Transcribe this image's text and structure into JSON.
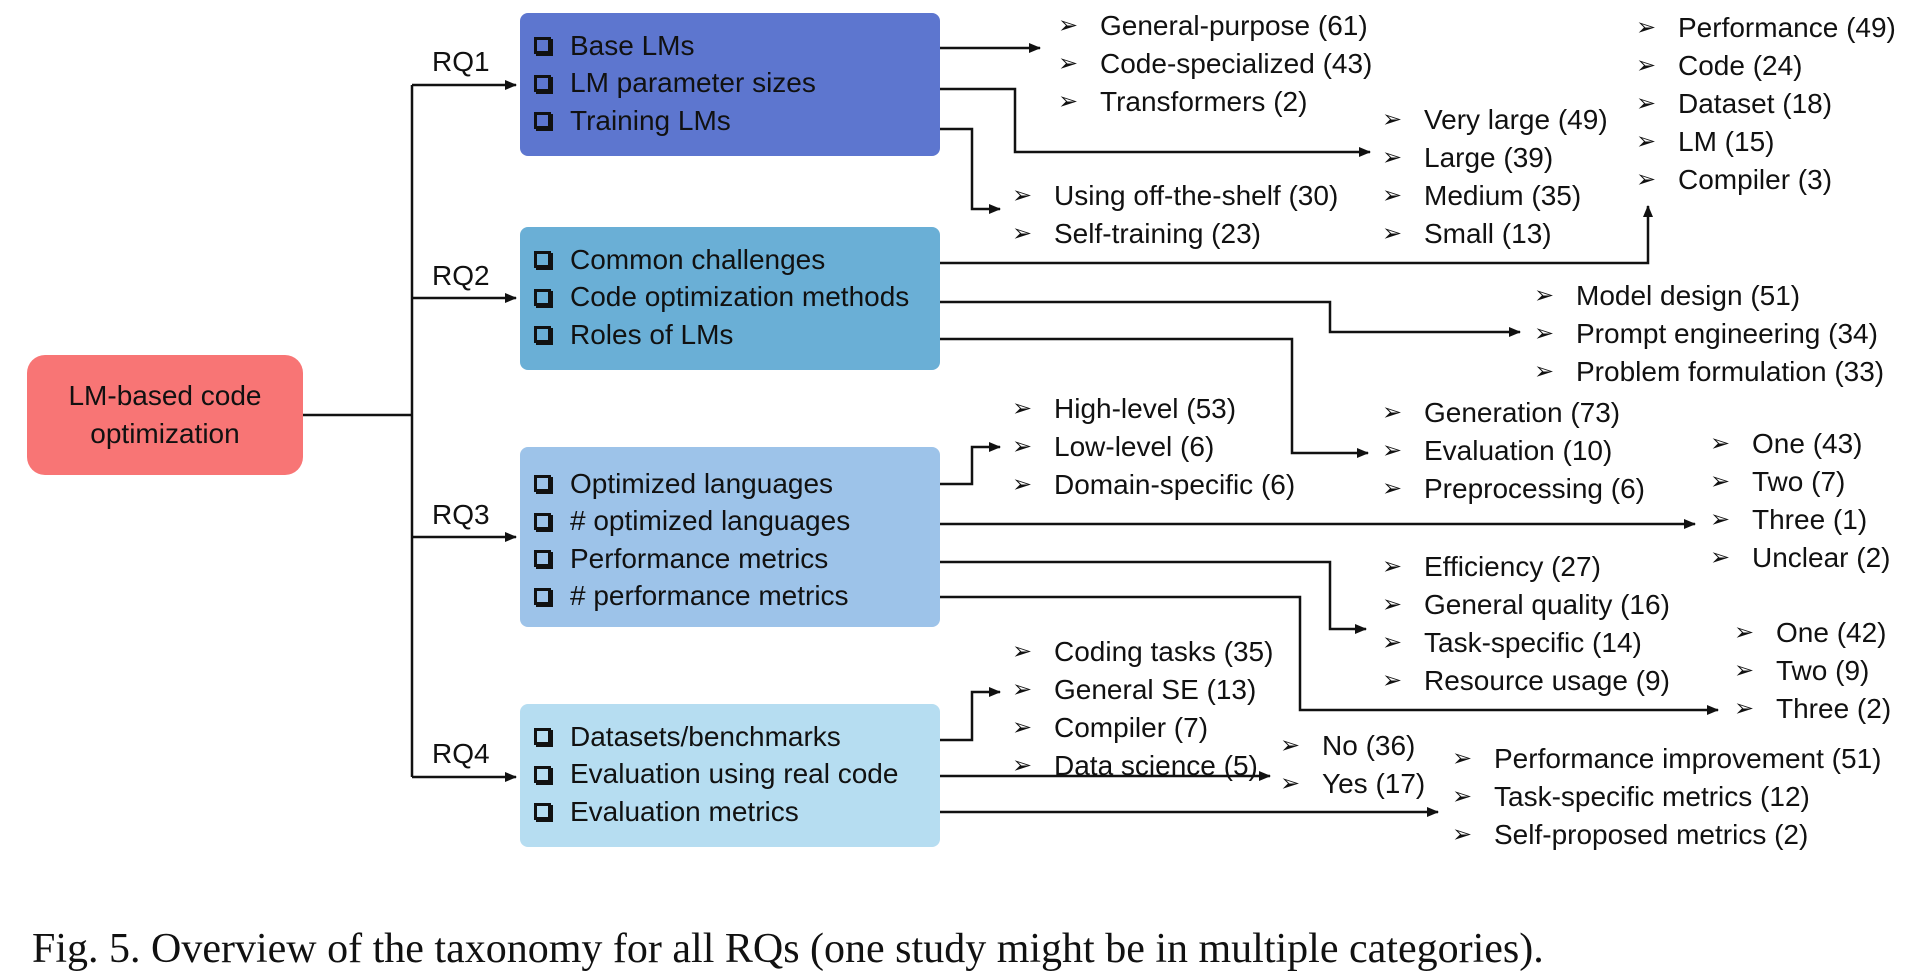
{
  "root": {
    "line1": "LM-based code",
    "line2": "optimization"
  },
  "rq_labels": [
    "RQ1",
    "RQ2",
    "RQ3",
    "RQ4"
  ],
  "boxes": {
    "rq1": [
      "Base LMs",
      "LM parameter sizes",
      "Training LMs"
    ],
    "rq2": [
      "Common challenges",
      "Code optimization methods",
      "Roles of LMs"
    ],
    "rq3": [
      "Optimized languages",
      "# optimized languages",
      "Performance metrics",
      "# performance metrics"
    ],
    "rq4": [
      "Datasets/benchmarks",
      "Evaluation using real code",
      "Evaluation metrics"
    ]
  },
  "lists": {
    "base_lms": [
      "General-purpose (61)",
      "Code-specialized (43)",
      "Transformers (2)"
    ],
    "param_sizes": [
      "Very large (49)",
      "Large (39)",
      "Medium (35)",
      "Small (13)"
    ],
    "training": [
      "Using off-the-shelf (30)",
      "Self-training (23)"
    ],
    "challenges": [
      "Performance (49)",
      "Code (24)",
      "Dataset (18)",
      "LM (15)",
      "Compiler (3)"
    ],
    "methods": [
      "Model design (51)",
      "Prompt engineering (34)",
      "Problem formulation (33)"
    ],
    "roles": [
      "Generation (73)",
      "Evaluation (10)",
      "Preprocessing (6)"
    ],
    "languages": [
      "High-level (53)",
      "Low-level (6)",
      "Domain-specific (6)"
    ],
    "num_languages": [
      "One (43)",
      "Two (7)",
      "Three (1)",
      "Unclear (2)"
    ],
    "perf_metrics": [
      "Efficiency (27)",
      "General quality (16)",
      "Task-specific (14)",
      "Resource usage (9)"
    ],
    "num_perf_metrics": [
      "One (42)",
      "Two (9)",
      "Three (2)"
    ],
    "datasets": [
      "Coding tasks (35)",
      "General SE (13)",
      "Compiler (7)",
      "Data science (5)"
    ],
    "real_code": [
      "No (36)",
      "Yes (17)"
    ],
    "eval_metrics": [
      "Performance improvement (51)",
      "Task-specific metrics (12)",
      "Self-proposed metrics (2)"
    ]
  },
  "caption": "Fig. 5.  Overview of the taxonomy for all RQs (one study might be in multiple categories).",
  "colors": {
    "root": "#f87575",
    "rq1": "#5d76cf",
    "rq2": "#6aafd6",
    "rq3": "#9dc3e9",
    "rq4": "#b6ddf1",
    "line": "#111111"
  },
  "icons": {
    "box_bullet": "checkbox-icon",
    "list_bullet": "arrowhead-icon"
  }
}
